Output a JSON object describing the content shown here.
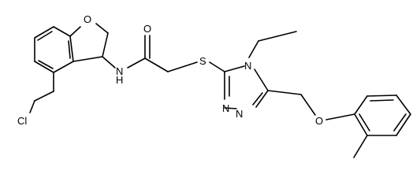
{
  "molecule": {
    "atoms": {
      "o_furan": "O",
      "cl": "Cl",
      "nh": "N",
      "h_of_nh": "H",
      "o_carbonyl": "O",
      "s": "S",
      "n4": "N",
      "n2": "N",
      "n1": "N",
      "o_ether": "O"
    }
  }
}
